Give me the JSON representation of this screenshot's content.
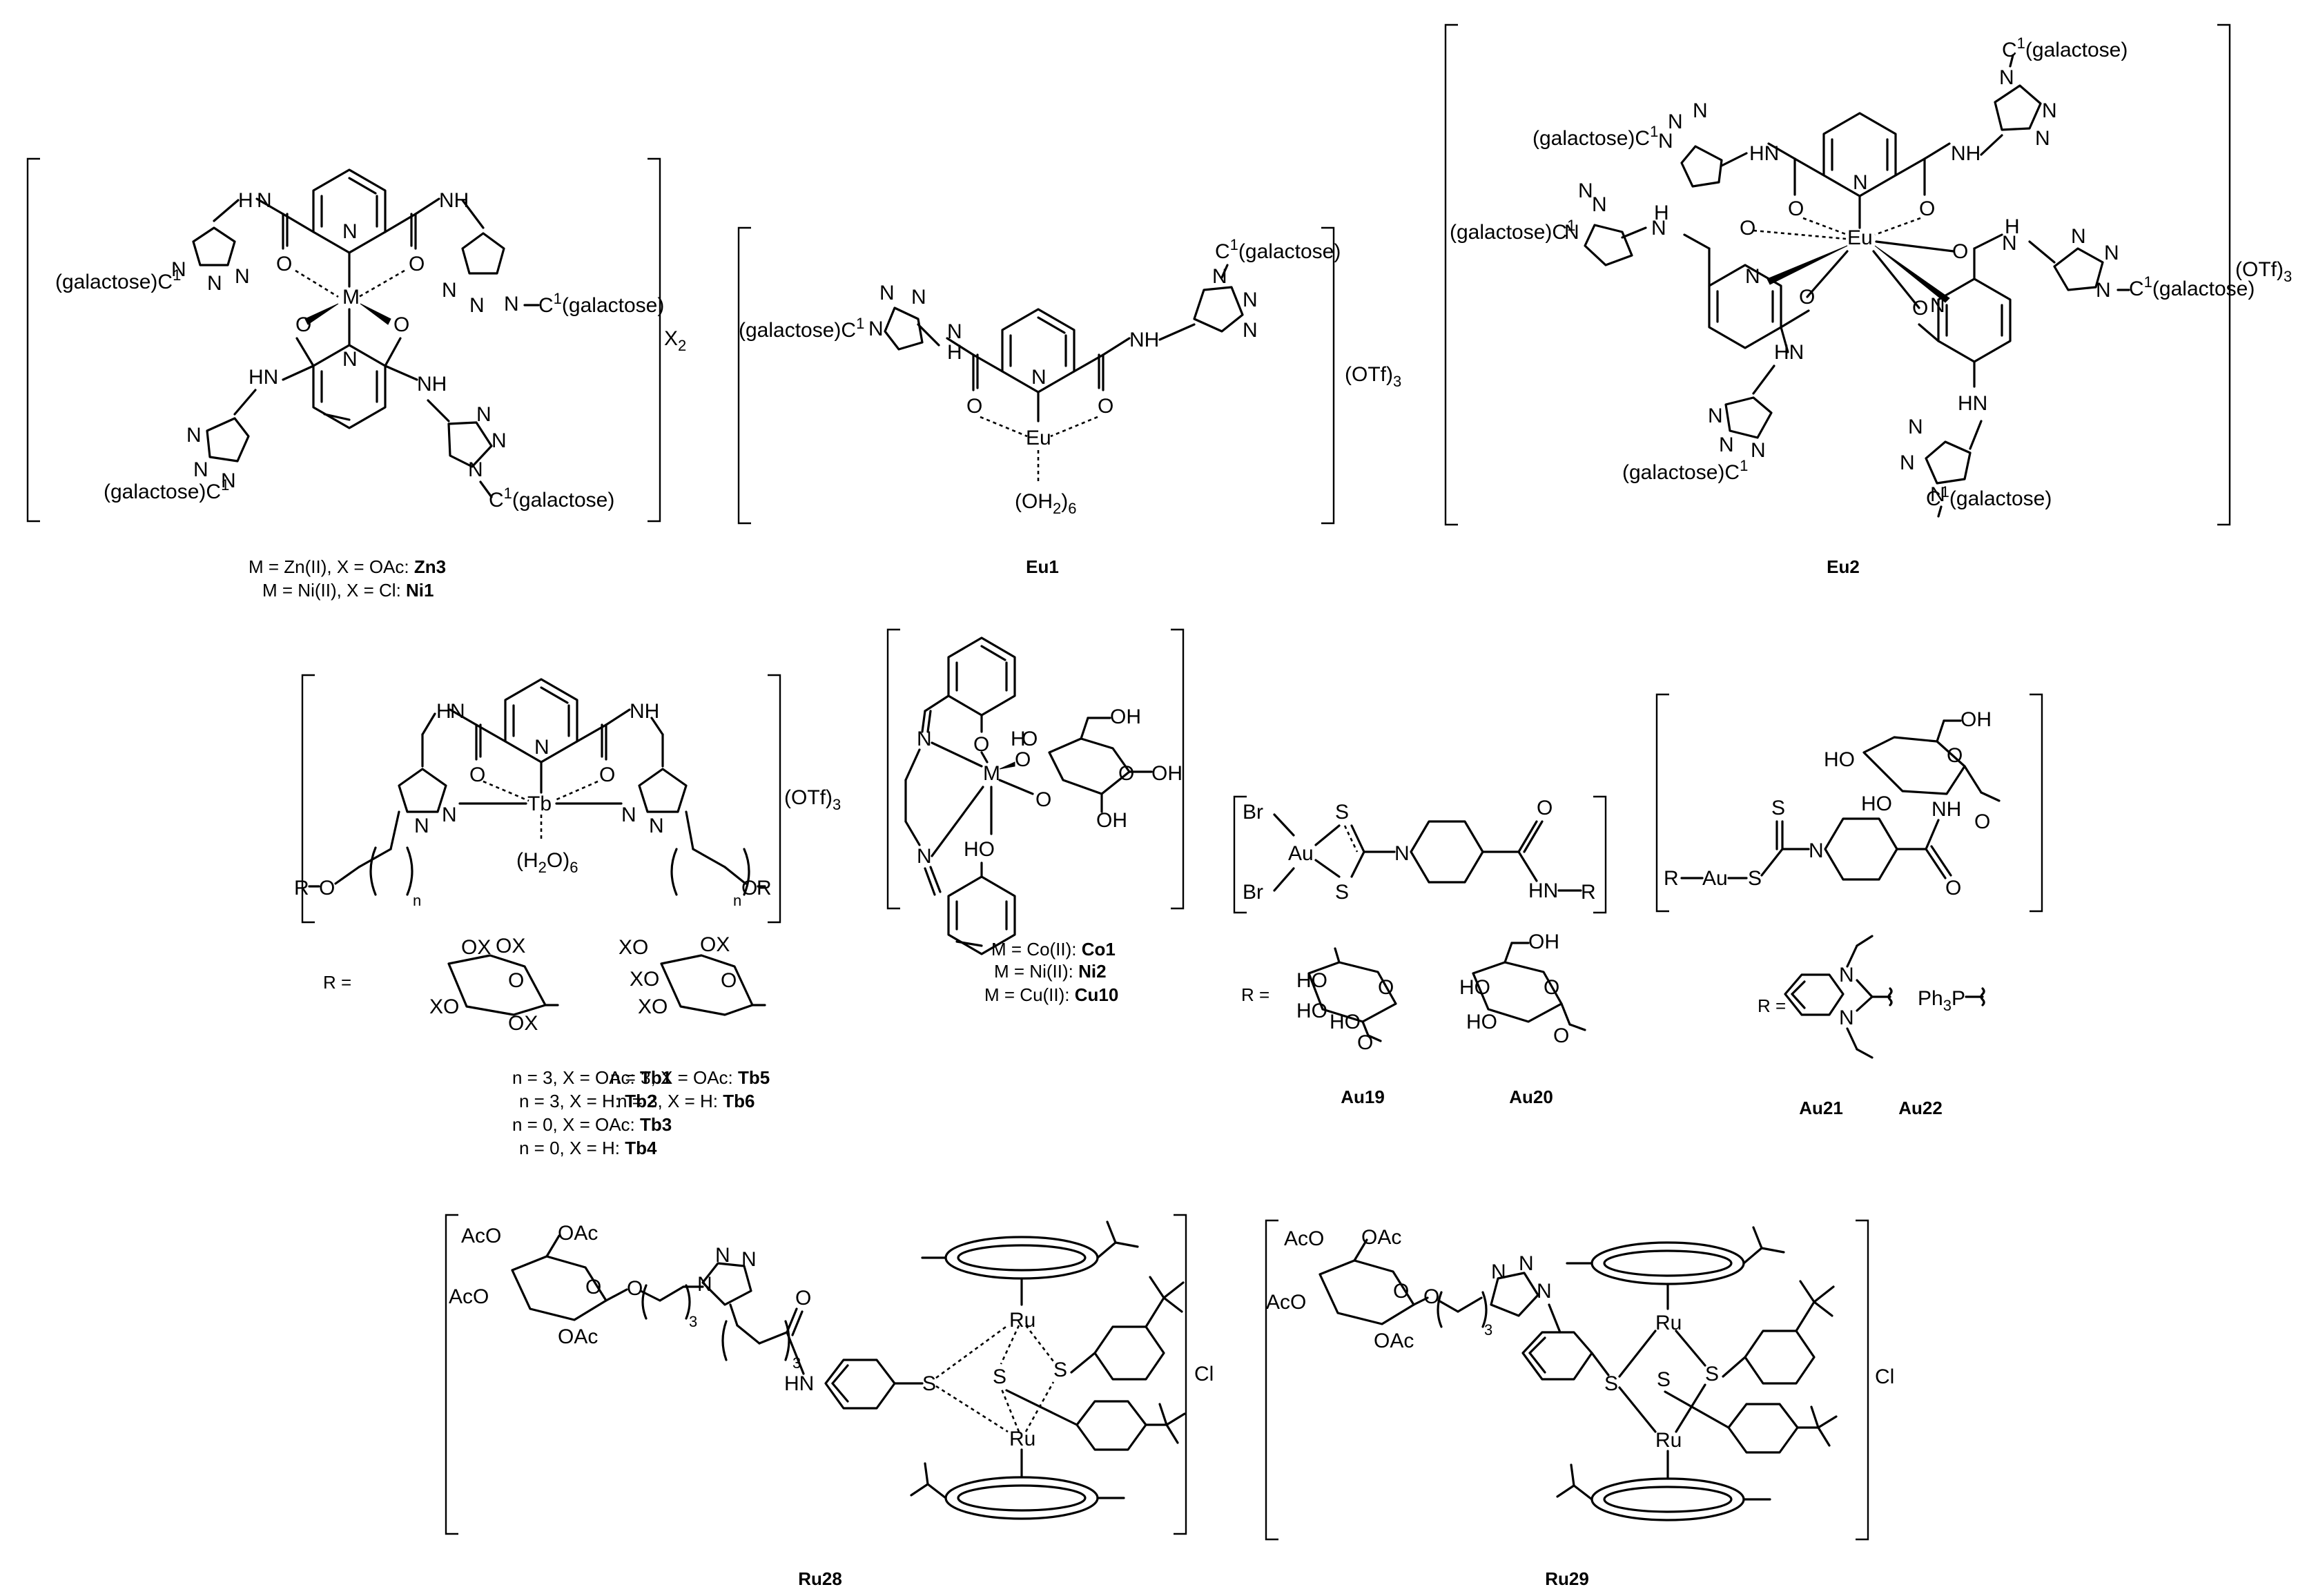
{
  "compounds": {
    "zn_ni": {
      "caption_1": "M = Zn(II), X = OAc: ",
      "caption_1_bold": "Zn3",
      "caption_2": "M = Ni(II), X = Cl: ",
      "caption_2_bold": "Ni1",
      "counter_ion": "X",
      "counter_ion_sub": "2",
      "metal": "M",
      "substituent": "(galactose)C",
      "substituent_alt": "C",
      "substituent_tail": "(galactose)",
      "sup": "1"
    },
    "eu1": {
      "label": "Eu1",
      "counter_ion": "(OTf)",
      "counter_ion_sub": "3",
      "metal": "Eu",
      "water": "(OH",
      "water_sub1": "2",
      "water_sub2": "6"
    },
    "eu2": {
      "label": "Eu2",
      "counter_ion": "(OTf)",
      "counter_ion_sub": "3",
      "metal": "Eu"
    },
    "tb": {
      "counter_ion": "(OTf)",
      "counter_ion_sub": "3",
      "metal": "Tb",
      "water": "(H",
      "water_mid": "O)",
      "r_eq": "R =",
      "captions": [
        {
          "text": "n = 3, X = OAc: ",
          "bold": "Tb1"
        },
        {
          "text": "n = 3, X = H: ",
          "bold": "Tb2"
        },
        {
          "text": "n = 0, X = OAc: ",
          "bold": "Tb3"
        },
        {
          "text": "n = 0, X = H: ",
          "bold": "Tb4"
        }
      ],
      "captions_right": [
        {
          "text": "n = 3, X = OAc: ",
          "bold": "Tb5"
        },
        {
          "text": "n = 3, X = H: ",
          "bold": "Tb6"
        }
      ]
    },
    "salen": {
      "metal": "M",
      "captions": [
        {
          "text": "M = Co(II): ",
          "bold": "Co1"
        },
        {
          "text": "M = Ni(II): ",
          "bold": "Ni2"
        },
        {
          "text": "M = Cu(II): ",
          "bold": "Cu10"
        }
      ]
    },
    "au_dtc": {
      "metal": "Au",
      "r_eq": "R =",
      "label_a": "Au19",
      "label_b": "Au20"
    },
    "au_gal": {
      "metal": "Au",
      "r_eq": "R =",
      "phosphine": "Ph",
      "phosphine_sub": "3",
      "phosphine_tail": "P",
      "label_a": "Au21",
      "label_b": "Au22"
    },
    "ru28": {
      "label": "Ru28",
      "counter_ion": "Cl",
      "metal": "Ru"
    },
    "ru29": {
      "label": "Ru29",
      "counter_ion": "Cl",
      "metal": "Ru"
    }
  },
  "atoms": {
    "N": "N",
    "O": "O",
    "S": "S",
    "H": "H",
    "NH": "NH",
    "HN": "HN",
    "OX": "OX",
    "XO": "XO",
    "OH": "OH",
    "HO": "HO",
    "Br": "Br",
    "OAc": "OAc",
    "AcO": "AcO",
    "R": "R",
    "n": "n",
    "3": "3"
  }
}
